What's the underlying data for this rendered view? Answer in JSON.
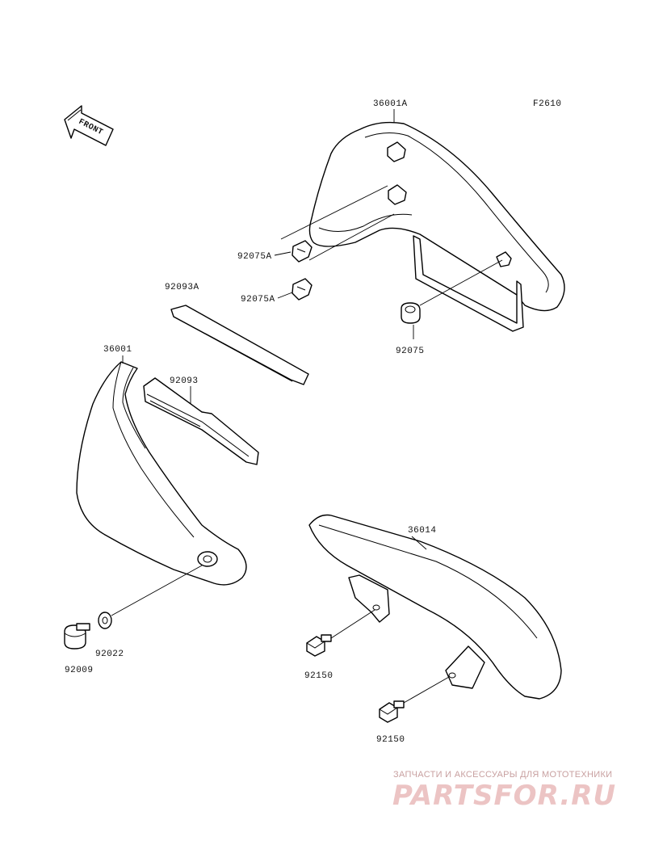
{
  "figure_code": "F2610",
  "front_arrow_label": "FRONT",
  "callouts": {
    "p36001A": "36001A",
    "p92075A_1": "92075A",
    "p92075A_2": "92075A",
    "p92075": "92075",
    "p92093A": "92093A",
    "p36001": "36001",
    "p92093": "92093",
    "p36014": "36014",
    "p92009": "92009",
    "p92022": "92022",
    "p92150_1": "92150",
    "p92150_2": "92150"
  },
  "watermark": {
    "caption": "ЗАПЧАСТИ И АКСЕССУАРЫ ДЛЯ МОТОТЕХНИКИ",
    "logo": "PARTSFOR.RU"
  }
}
